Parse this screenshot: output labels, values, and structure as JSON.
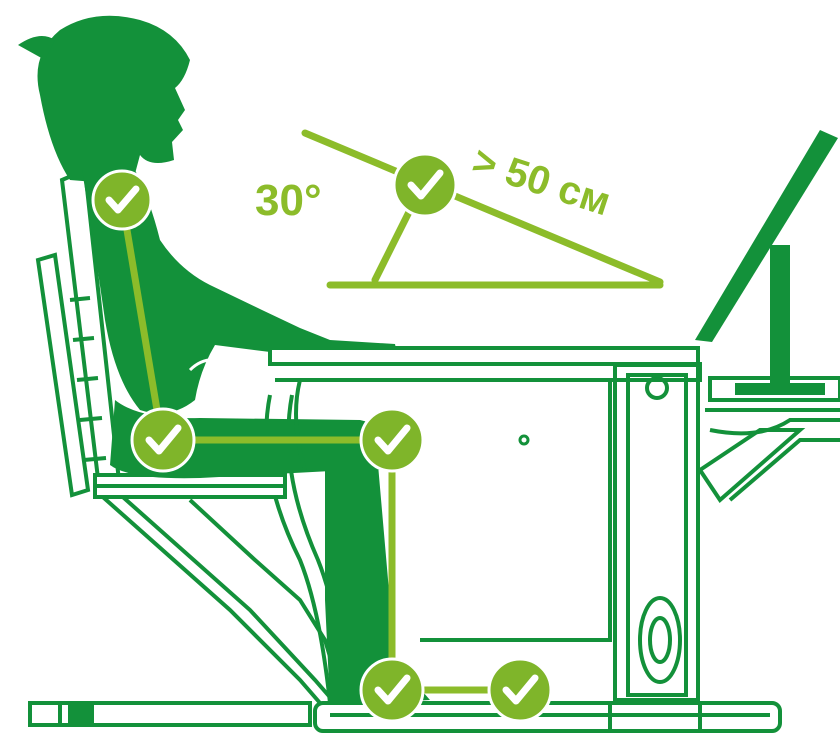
{
  "labels": {
    "angle": "30°",
    "distance": "> 50 см"
  },
  "icons": {
    "checkmarks": [
      "neck-check",
      "monitor-angle-check",
      "hip-check",
      "knee-check",
      "ankle-check",
      "foot-check"
    ]
  },
  "colors": {
    "dark_green": "#13913a",
    "light_green": "#8cbc2a",
    "check_fill": "#7fb52a",
    "background": "#ffffff"
  }
}
